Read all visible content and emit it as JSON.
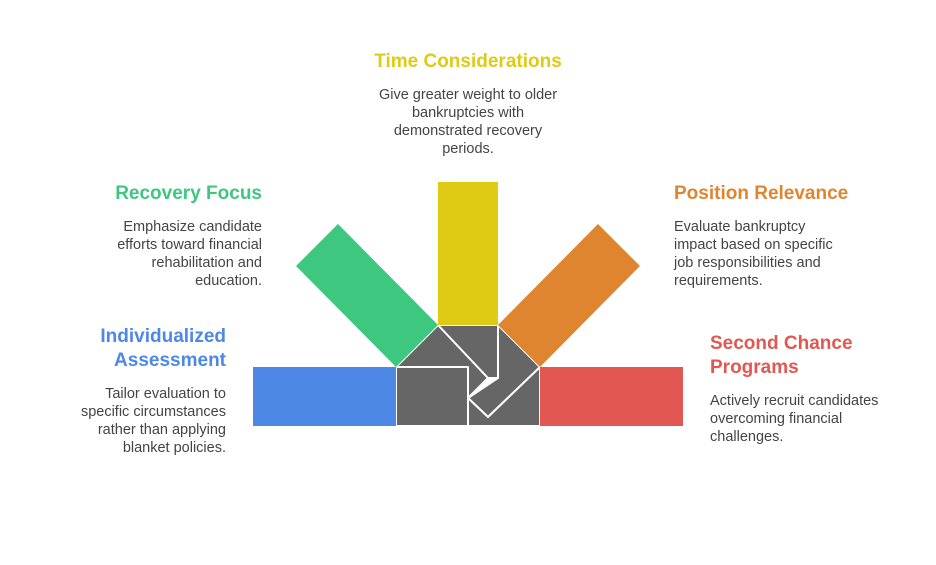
{
  "colors": {
    "time": "#dfca14",
    "position": "#df8530",
    "second": "#e35752",
    "individual": "#4e88e6",
    "recovery": "#3ec77f",
    "hub": "#666666"
  },
  "items": {
    "time": {
      "title": "Time Considerations",
      "description": "Give greater weight to older bankruptcies with demonstrated recovery periods."
    },
    "recovery": {
      "title": "Recovery Focus",
      "description": "Emphasize candidate efforts toward financial rehabilitation and education."
    },
    "position": {
      "title": "Position Relevance",
      "description": "Evaluate bankruptcy impact based on specific job responsibilities and requirements."
    },
    "individual": {
      "title": "Individualized Assessment",
      "description": "Tailor evaluation to specific circumstances rather than applying blanket policies."
    },
    "second": {
      "title": "Second Chance Programs",
      "description": "Actively recruit candidates overcoming financial challenges."
    }
  }
}
